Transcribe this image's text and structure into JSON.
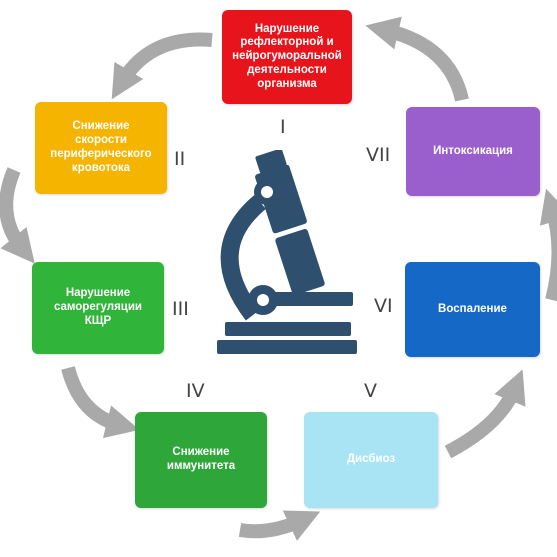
{
  "colors": {
    "box1": "#e8141c",
    "box2": "#f4b400",
    "box3": "#30b43a",
    "box4": "#2ea63a",
    "box5": "#a8e4f4",
    "box6": "#1668c6",
    "box7": "#9a5fcc",
    "arrow": "#a9a9a9",
    "microscope": "#2f4f6e"
  },
  "stages": [
    {
      "text": "Нарушение\nрефлекторной и\nнейрогуморальной\nдеятельности\nорганизма",
      "numeral": "I"
    },
    {
      "text": "Снижение\nскорости\nпериферического\nкровотока",
      "numeral": "II"
    },
    {
      "text": "Нарушение\nсаморегуляции\nКЩР",
      "numeral": "III"
    },
    {
      "text": "Снижение\nиммунитета",
      "numeral": "IV"
    },
    {
      "text": "Дисбиоз",
      "numeral": "V"
    },
    {
      "text": "Воспаление",
      "numeral": "VI"
    },
    {
      "text": "Интоксикация",
      "numeral": "VII"
    }
  ],
  "icons": {
    "center": "microscope-icon",
    "connector": "curved-arrow-icon"
  }
}
